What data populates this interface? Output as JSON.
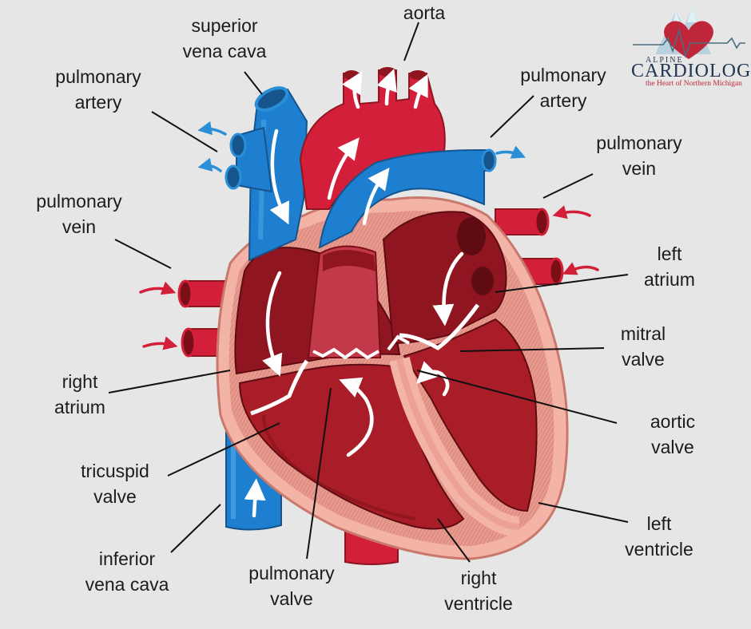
{
  "labels": {
    "superior_vena_cava": {
      "line1": "superior",
      "line2": "vena cava"
    },
    "aorta": {
      "line1": "aorta"
    },
    "pulmonary_artery_left": {
      "line1": "pulmonary",
      "line2": "artery"
    },
    "pulmonary_artery_right": {
      "line1": "pulmonary",
      "line2": "artery"
    },
    "pulmonary_vein_right": {
      "line1": "pulmonary",
      "line2": "vein"
    },
    "pulmonary_vein_left": {
      "line1": "pulmonary",
      "line2": "vein"
    },
    "left_atrium": {
      "line1": "left",
      "line2": "atrium"
    },
    "mitral_valve": {
      "line1": "mitral",
      "line2": "valve"
    },
    "right_atrium": {
      "line1": "right",
      "line2": "atrium"
    },
    "aortic_valve": {
      "line1": "aortic",
      "line2": "valve"
    },
    "tricuspid_valve": {
      "line1": "tricuspid",
      "line2": "valve"
    },
    "left_ventricle": {
      "line1": "left",
      "line2": "ventricle"
    },
    "inferior_vena_cava": {
      "line1": "inferior",
      "line2": "vena cava"
    },
    "pulmonary_valve": {
      "line1": "pulmonary",
      "line2": "valve"
    },
    "right_ventricle": {
      "line1": "right",
      "line2": "ventricle"
    }
  },
  "logo": {
    "alpine": "ALPINE",
    "cardiology": "CARDIOLOGY",
    "tagline": "the Heart of Northern Michigan"
  },
  "colors": {
    "background": "#e6e6e6",
    "oxygenated": "#d41f3a",
    "deoxygenated": "#2a8fd6",
    "chamber": "#8f1620",
    "wall": "#f3b3a7"
  }
}
